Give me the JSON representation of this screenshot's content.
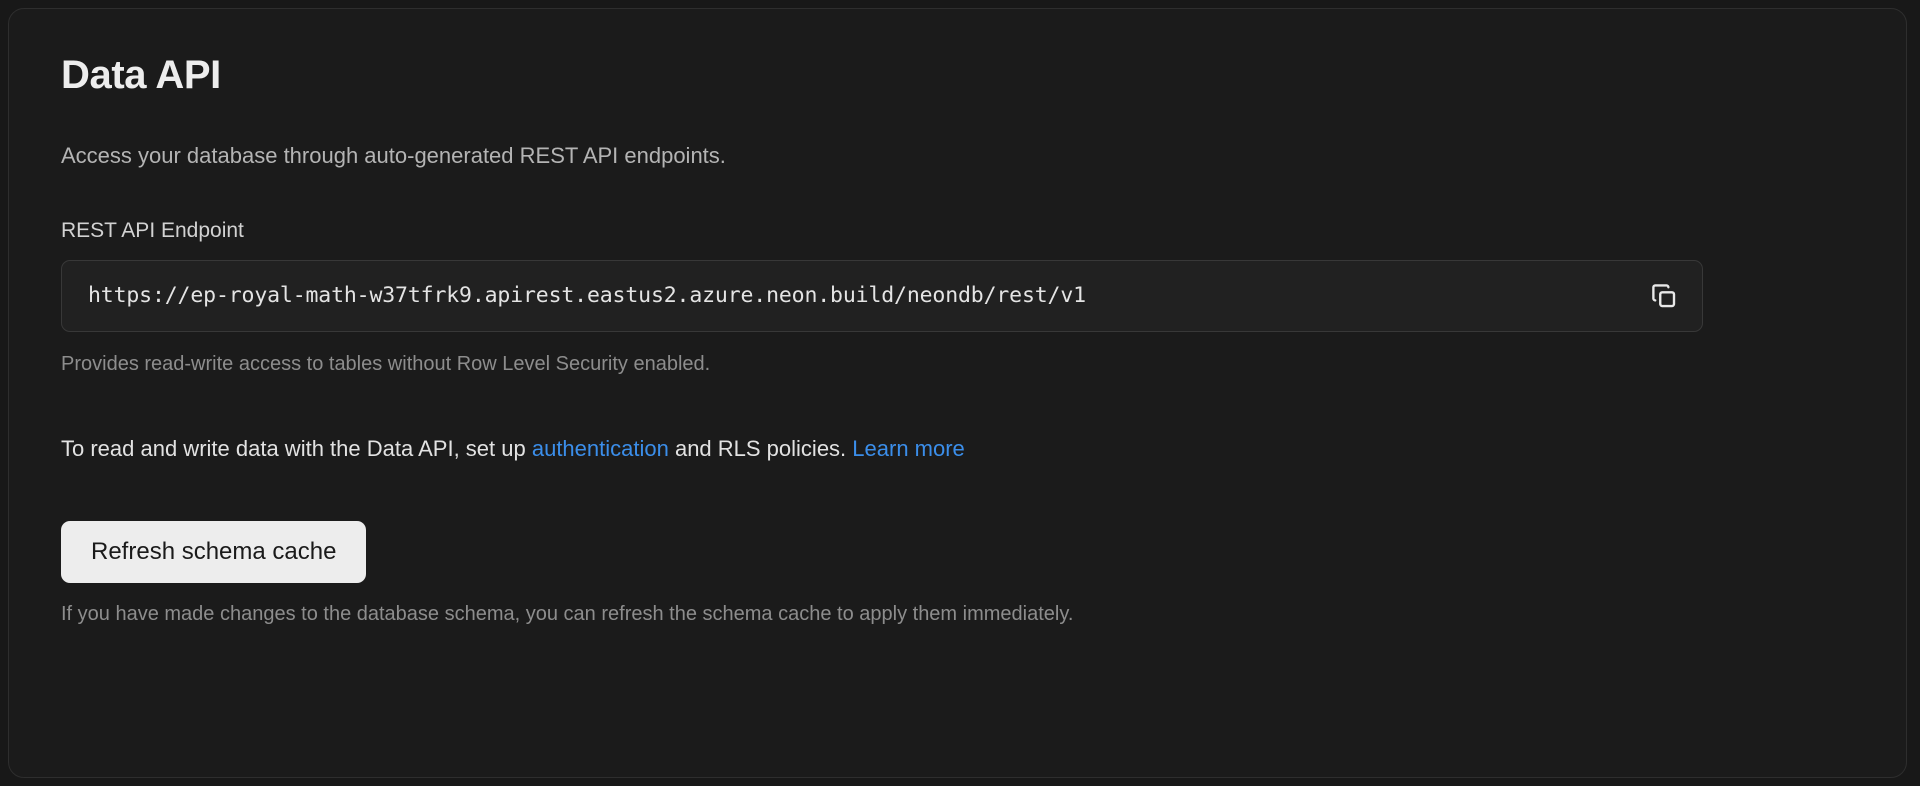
{
  "card": {
    "title": "Data API",
    "description": "Access your database through auto-generated REST API endpoints.",
    "endpoint": {
      "label": "REST API Endpoint",
      "value": "https://ep-royal-math-w37tfrk9.apirest.eastus2.azure.neon.build/neondb/rest/v1",
      "copy_icon": "copy-icon",
      "helper": "Provides read-write access to tables without Row Level Security enabled."
    },
    "info": {
      "prefix": "To read and write data with the Data API, set up ",
      "link_auth": "authentication",
      "middle": " and RLS policies. ",
      "link_learn": "Learn more"
    },
    "refresh_button": "Refresh schema cache",
    "footnote": "If you have made changes to the database schema, you can refresh the schema cache to apply them immediately."
  },
  "colors": {
    "page_background": "#181818",
    "card_background": "#1b1b1b",
    "card_border": "#2e2e2e",
    "input_background": "#212121",
    "input_border": "#383838",
    "link": "#3b8eea",
    "button_background": "#ededed",
    "button_text": "#1a1a1a",
    "title_text": "#ededed",
    "muted_text": "#8d8d8d"
  }
}
